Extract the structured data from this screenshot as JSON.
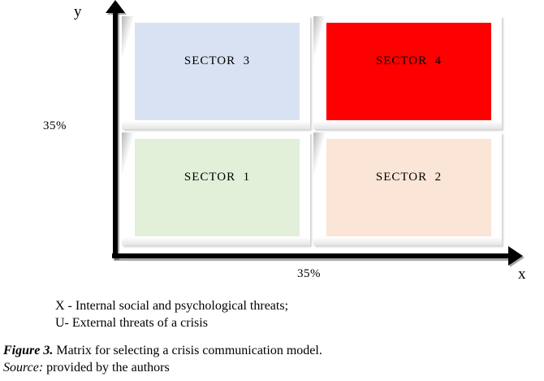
{
  "figure": {
    "axes": {
      "y_label": "y",
      "x_label": "x",
      "y_tick_label": "35%",
      "x_tick_label": "35%",
      "axis_color": "#000000"
    },
    "sectors": {
      "top_left": {
        "label": "SECTOR  3",
        "fill": "#d9e2f3"
      },
      "top_right": {
        "label": "SECTOR  4",
        "fill": "#fe0000"
      },
      "bottom_left": {
        "label": "SECTOR  1",
        "fill": "#e2efd9"
      },
      "bottom_right": {
        "label": "SECTOR  2",
        "fill": "#fbe5d6"
      }
    },
    "legend": {
      "x_definition": "X - Internal social and psychological threats;",
      "u_definition": "U- External threats of a crisis"
    },
    "caption": {
      "figure_label": "Figure 3.",
      "figure_text": "Matrix for selecting a crisis communication model.",
      "source_label": "Source:",
      "source_text": "provided by the authors"
    }
  }
}
